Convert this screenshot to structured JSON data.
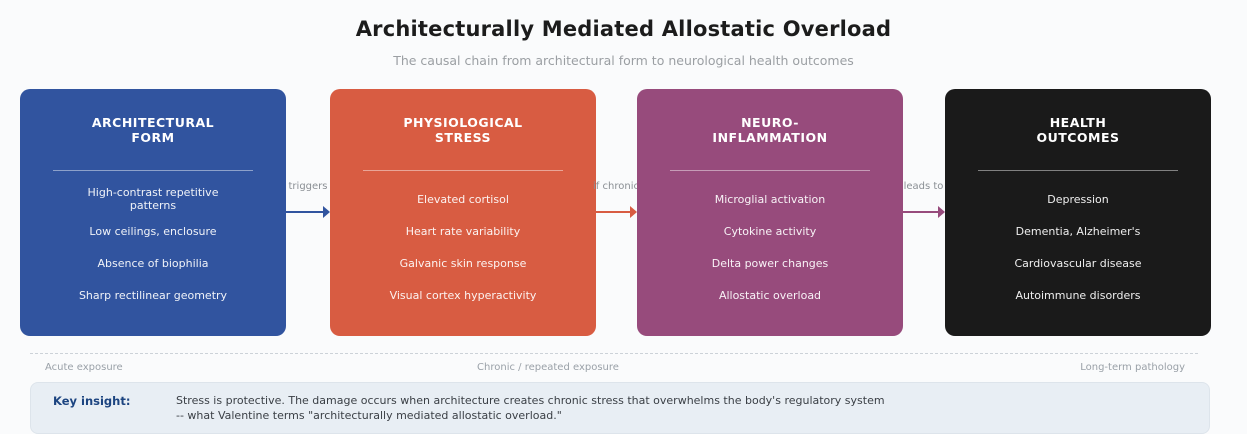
{
  "header": {
    "title": "Architecturally Mediated Allostatic Overload",
    "subtitle": "The causal chain from architectural form to neurological health outcomes"
  },
  "stages": [
    {
      "title": "ARCHITECTURAL\nFORM",
      "color": "#31549f",
      "items": [
        "High-contrast repetitive patterns",
        "Low ceilings, enclosure",
        "Absence of biophilia",
        "Sharp rectilinear geometry"
      ]
    },
    {
      "title": "PHYSIOLOGICAL\nSTRESS",
      "color": "#d85c42",
      "items": [
        "Elevated cortisol",
        "Heart rate variability",
        "Galvanic skin response",
        "Visual cortex hyperactivity"
      ]
    },
    {
      "title": "NEURO-\nINFLAMMATION",
      "color": "#974b7c",
      "items": [
        "Microglial activation",
        "Cytokine activity",
        "Delta power changes",
        "Allostatic overload"
      ]
    },
    {
      "title": "HEALTH\nOUTCOMES",
      "color": "#1a1a1a",
      "items": [
        "Depression",
        "Dementia, Alzheimer's",
        "Cardiovascular disease",
        "Autoimmune disorders"
      ]
    }
  ],
  "connectors": [
    {
      "label": "triggers",
      "color": "#31549f"
    },
    {
      "label": "if chronic",
      "color": "#d85c42"
    },
    {
      "label": "leads to",
      "color": "#974b7c"
    }
  ],
  "timeline": {
    "labels": [
      "Acute exposure",
      "Chronic / repeated exposure",
      "Long-term pathology"
    ]
  },
  "key_insight": {
    "label": "Key insight:",
    "text": "Stress is protective. The damage occurs when architecture creates chronic stress that overwhelms the body's regulatory system\n-- what Valentine terms \"architecturally mediated allostatic overload.\""
  }
}
